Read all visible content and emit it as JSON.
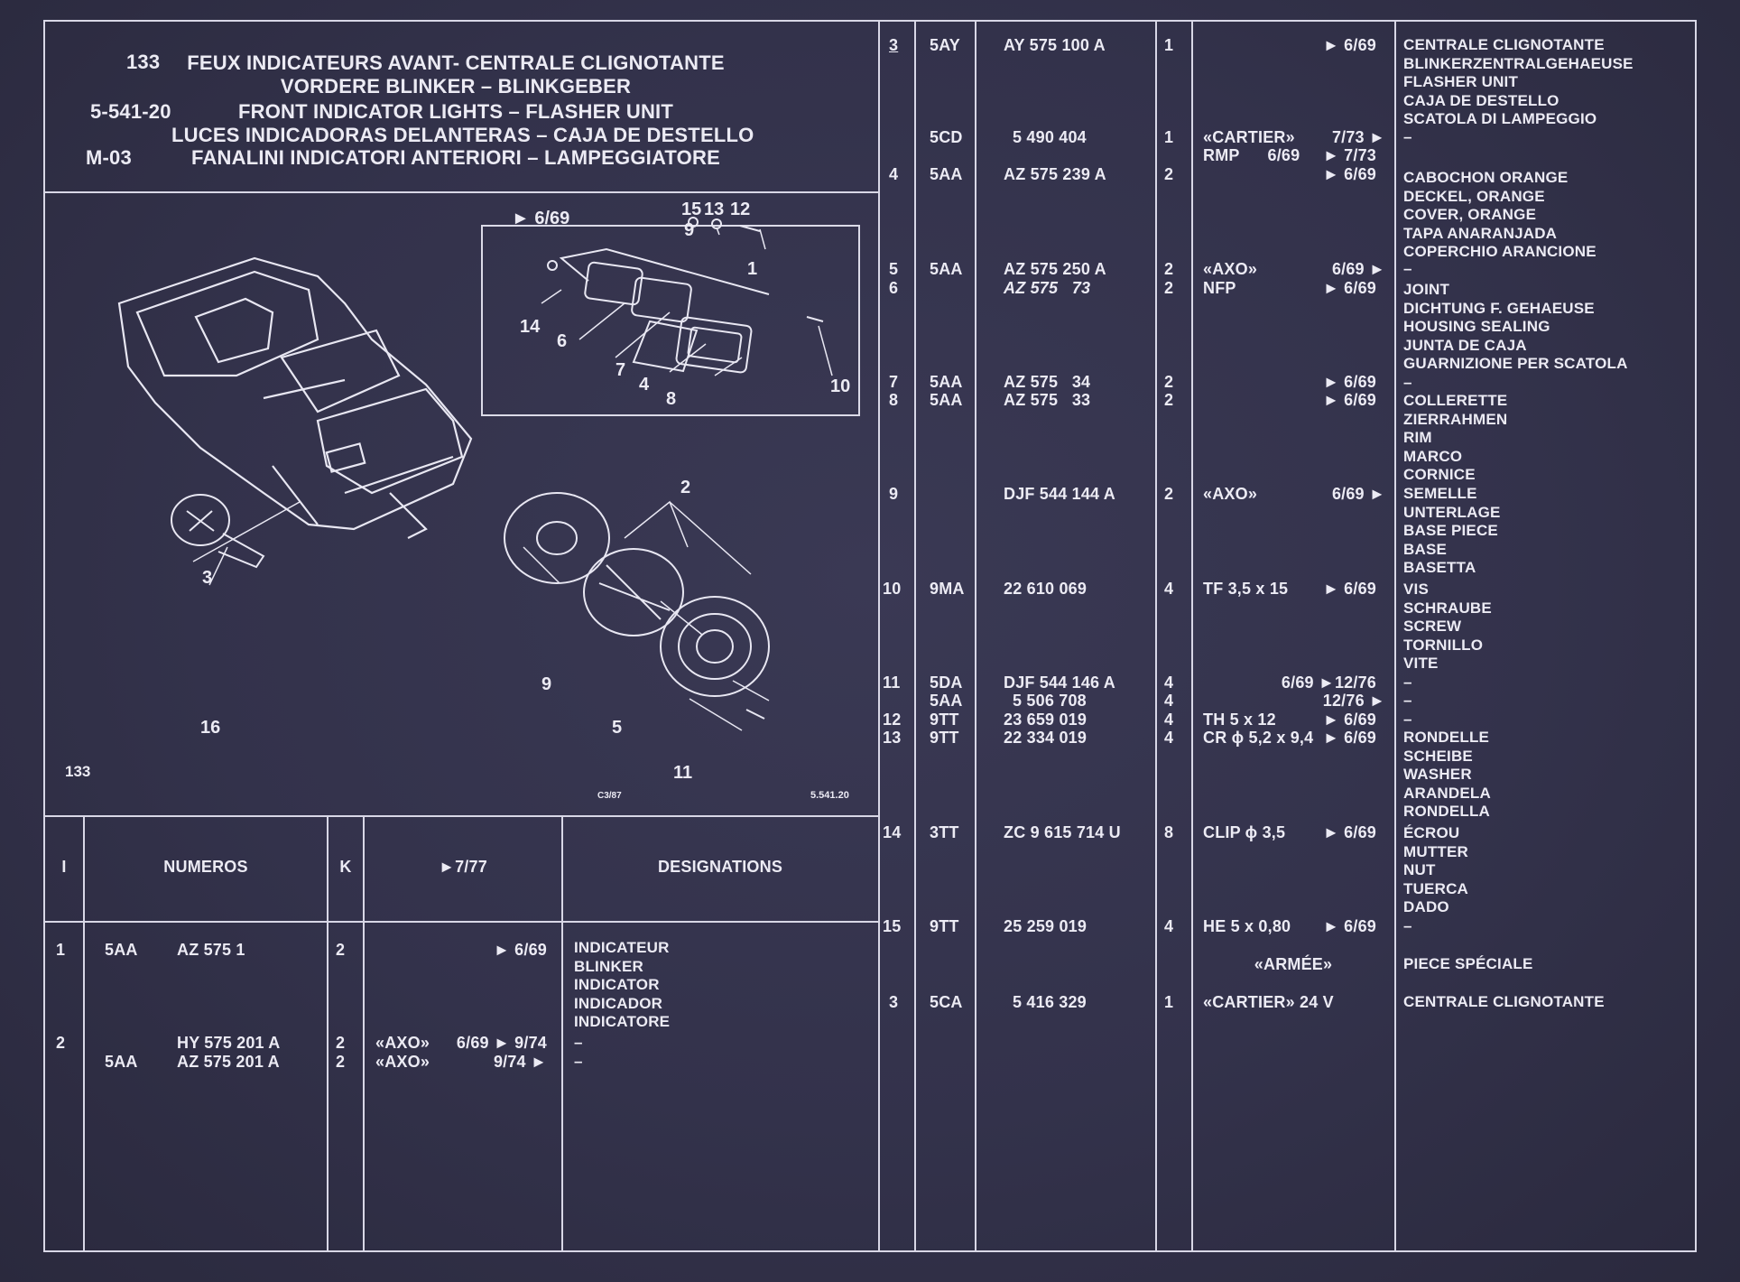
{
  "header": {
    "page_number": "133",
    "code": "5-541-20",
    "model": "M-03",
    "titles": [
      "FEUX INDICATEURS AVANT- CENTRALE CLIGNOTANTE",
      "VORDERE BLINKER – BLINKGEBER",
      "FRONT INDICATOR LIGHTS – FLASHER UNIT",
      "LUCES INDICADORAS DELANTERAS – CAJA DE DESTELLO",
      "FANALINI INDICATORI ANTERIORI – LAMPEGGIATORE"
    ]
  },
  "diagram": {
    "inset_date": "► 6/69",
    "page_label": "133",
    "ref_label": "5.541.20",
    "stamp": "C3/87",
    "callouts": [
      "1",
      "2",
      "3",
      "4",
      "5",
      "6",
      "7",
      "8",
      "9",
      "10",
      "11",
      "12",
      "13",
      "14",
      "15",
      "16"
    ]
  },
  "table_header": {
    "col_index": "I",
    "col_numeros": "NUMEROS",
    "col_k": "K",
    "col_date": "►7/77",
    "col_designations": "DESIGNATIONS"
  },
  "left_rows": [
    {
      "item": "1",
      "code": "5AA",
      "part": "AZ 575    1",
      "qty": "2",
      "note": "",
      "date": "► 6/69",
      "designation": [
        "INDICATEUR",
        "BLINKER",
        "INDICATOR",
        "INDICADOR",
        "INDICATORE"
      ]
    },
    {
      "item": "2",
      "code": "",
      "part": "HY 575 201 A",
      "qty": "2",
      "note": "«AXO»",
      "date": "6/69 ► 9/74",
      "designation": [
        "–"
      ]
    },
    {
      "item": "",
      "code": "5AA",
      "part": "AZ 575 201 A",
      "qty": "2",
      "note": "«AXO»",
      "date": "9/74 ►",
      "designation": [
        "–"
      ]
    }
  ],
  "right_rows": [
    {
      "item": "3",
      "code": "5AY",
      "part": "AY 575 100 A",
      "qty": "1",
      "note": "",
      "date": "► 6/69",
      "designation": [
        "CENTRALE CLIGNOTANTE",
        "BLINKERZENTRALGEHAEUSE",
        "FLASHER UNIT",
        "CAJA DE DESTELLO",
        "SCATOLA DI LAMPEGGIO"
      ]
    },
    {
      "item": "",
      "code": "5CD",
      "part": "5 490 404",
      "qty": "1",
      "note": "«CARTIER»",
      "date": "7/73 ►",
      "designation": [
        "–"
      ]
    },
    {
      "item": "",
      "code": "",
      "part": "",
      "qty": "",
      "note": "RMP      6/69",
      "date": "► 7/73",
      "designation": []
    },
    {
      "item": "4",
      "code": "5AA",
      "part": "AZ 575 239 A",
      "qty": "2",
      "note": "",
      "date": "► 6/69",
      "designation": [
        "CABOCHON ORANGE",
        "DECKEL, ORANGE",
        "COVER, ORANGE",
        "TAPA ANARANJADA",
        "COPERCHIO ARANCIONE"
      ]
    },
    {
      "item": "5",
      "code": "5AA",
      "part": "AZ 575 250 A",
      "qty": "2",
      "note": "«AXO»",
      "date": "6/69 ►",
      "designation": [
        "–"
      ]
    },
    {
      "item": "6",
      "code": "",
      "part": "AZ 575   73",
      "qty": "2",
      "note": "NFP",
      "date": "► 6/69",
      "designation": [
        "JOINT",
        "DICHTUNG F. GEHAEUSE",
        "HOUSING SEALING",
        "JUNTA DE CAJA",
        "GUARNIZIONE PER SCATOLA",
        "–"
      ]
    },
    {
      "item": "7",
      "code": "5AA",
      "part": "AZ 575   34",
      "qty": "2",
      "note": "",
      "date": "► 6/69",
      "designation": []
    },
    {
      "item": "8",
      "code": "5AA",
      "part": "AZ 575   33",
      "qty": "2",
      "note": "",
      "date": "► 6/69",
      "designation": [
        "COLLERETTE",
        "ZIERRAHMEN",
        "RIM",
        "MARCO",
        "CORNICE"
      ]
    },
    {
      "item": "9",
      "code": "",
      "part": "DJF 544 144 A",
      "qty": "2",
      "note": "«AXO»",
      "date": "6/69 ►",
      "designation": [
        "SEMELLE",
        "UNTERLAGE",
        "BASE PIECE",
        "BASE",
        "BASETTA"
      ]
    },
    {
      "item": "10",
      "code": "9MA",
      "part": "22 610 069",
      "qty": "4",
      "note": "TF 3,5 x 15",
      "date": "► 6/69",
      "designation": [
        "VIS",
        "SCHRAUBE",
        "SCREW",
        "TORNILLO",
        "VITE"
      ]
    },
    {
      "item": "11",
      "code": "5DA",
      "part": "DJF 544 146 A",
      "qty": "4",
      "note": "",
      "date": "6/69 ►12/76",
      "designation": [
        "–"
      ]
    },
    {
      "item": "",
      "code": "5AA",
      "part": "5 506 708",
      "qty": "4",
      "note": "",
      "date": "12/76 ►",
      "designation": [
        "–"
      ]
    },
    {
      "item": "12",
      "code": "9TT",
      "part": "23 659 019",
      "qty": "4",
      "note": "TH 5 x 12",
      "date": "► 6/69",
      "designation": [
        "–"
      ]
    },
    {
      "item": "13",
      "code": "9TT",
      "part": "22 334 019",
      "qty": "4",
      "note": "CR ϕ 5,2 x 9,4",
      "date": "► 6/69",
      "designation": [
        "RONDELLE",
        "SCHEIBE",
        "WASHER",
        "ARANDELA",
        "RONDELLA"
      ]
    },
    {
      "item": "14",
      "code": "3TT",
      "part": "ZC 9 615 714 U",
      "qty": "8",
      "note": "CLIP ϕ 3,5",
      "date": "► 6/69",
      "designation": [
        "ÉCROU",
        "MUTTER",
        "NUT",
        "TUERCA",
        "DADO"
      ]
    },
    {
      "item": "15",
      "code": "9TT",
      "part": "25 259 019",
      "qty": "4",
      "note": "HE 5 x 0,80",
      "date": "► 6/69",
      "designation": [
        "–"
      ]
    },
    {
      "item": "",
      "code": "",
      "part": "",
      "qty": "",
      "note": "«ARMÉE»",
      "date": "",
      "designation": [
        "PIECE SPÉCIALE"
      ]
    },
    {
      "item": "3",
      "code": "5CA",
      "part": "5 416 329",
      "qty": "1",
      "note": "«CARTIER» 24 V",
      "date": "",
      "designation": [
        "CENTRALE CLIGNOTANTE"
      ]
    }
  ]
}
